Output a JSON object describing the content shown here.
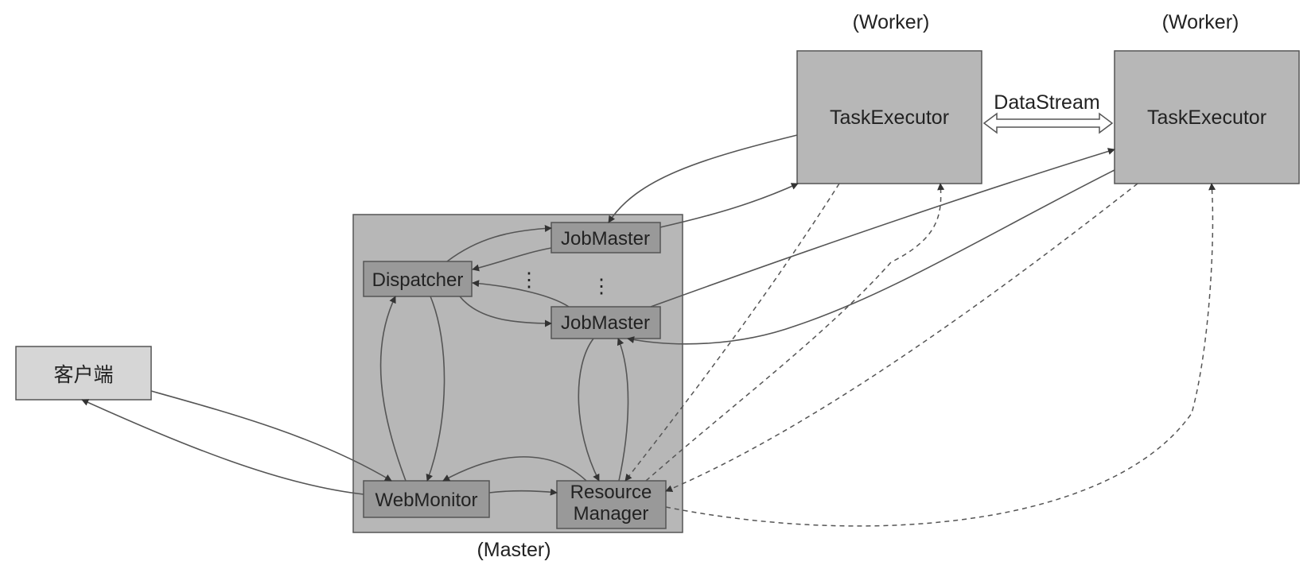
{
  "labels": {
    "worker_left": "(Worker)",
    "worker_right": "(Worker)",
    "task_executor_left": "TaskExecutor",
    "task_executor_right": "TaskExecutor",
    "data_stream": "DataStream",
    "jobmaster_top": "JobMaster",
    "jobmaster_bottom": "JobMaster",
    "dispatcher": "Dispatcher",
    "client": "客户端",
    "webmonitor": "WebMonitor",
    "resource_manager_line1": "Resource",
    "resource_manager_line2": "Manager",
    "master": "(Master)",
    "ellipsis_left": "⋮",
    "ellipsis_right": "⋮"
  },
  "colors": {
    "outer_box": "#b7b7b7",
    "inner_box": "#999999",
    "client_box": "#d6d6d6",
    "edge": "#555555"
  }
}
